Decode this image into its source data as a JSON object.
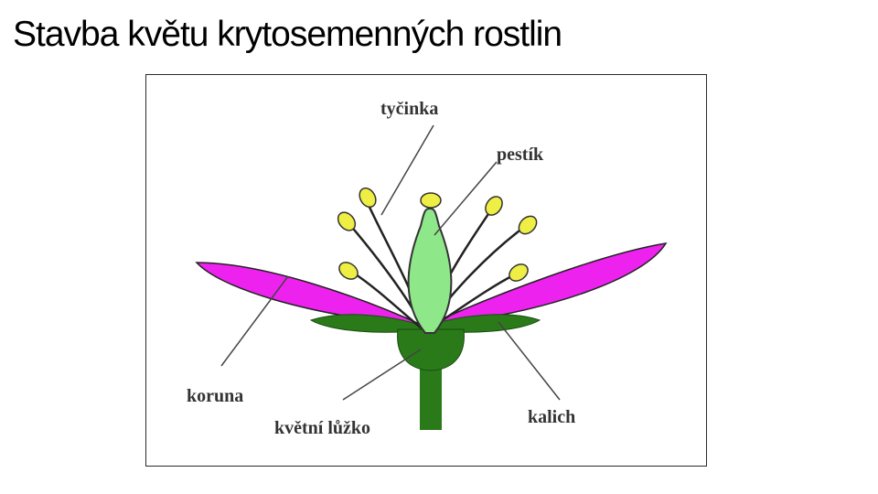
{
  "slide": {
    "title": "Stavba květu krytosemenných rostlin"
  },
  "diagram": {
    "labels": {
      "stamen": "tyčinka",
      "pistil": "pestík",
      "corolla": "koruna",
      "receptacle": "květní lůžko",
      "calyx": "kalich"
    },
    "colors": {
      "petal": "#ee22ee",
      "sepal": "#2a7a1a",
      "stem": "#2a7a1a",
      "pistil": "#8ee88a",
      "anther": "#eeee44",
      "filament": "#222222",
      "leader_line": "#444444"
    }
  }
}
